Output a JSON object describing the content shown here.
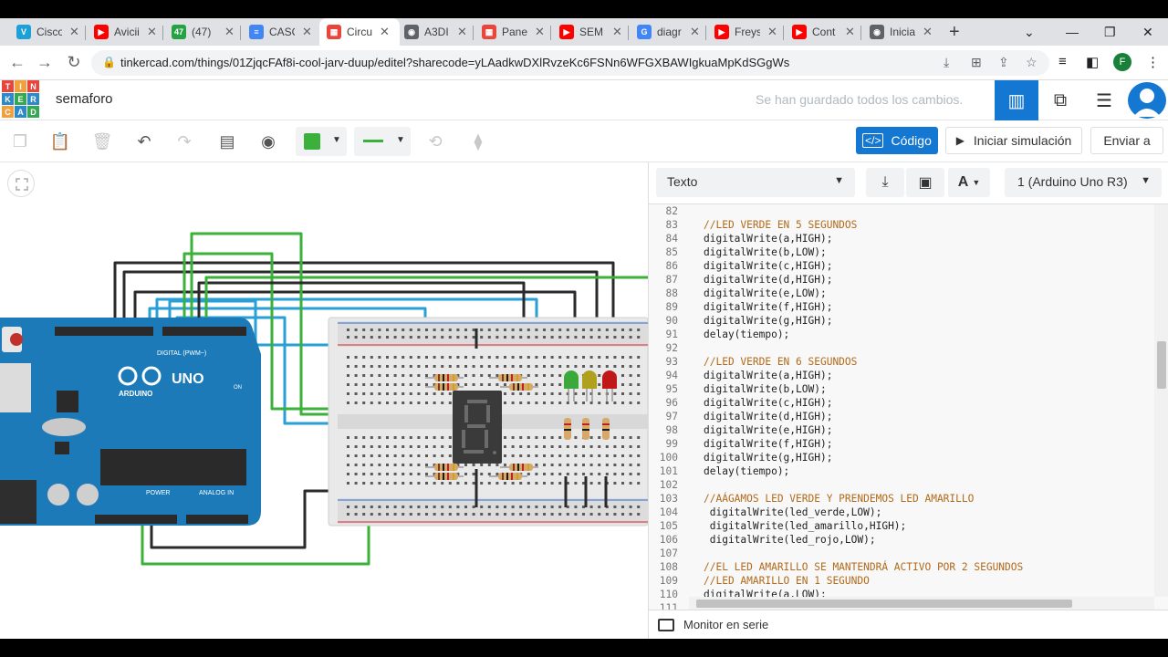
{
  "browser": {
    "tabs": [
      {
        "title": "Cisco",
        "color": "#1ba0d7",
        "glyph": "V"
      },
      {
        "title": "Avicii",
        "color": "#ff0000",
        "glyph": "▶"
      },
      {
        "title": "(47)",
        "color": "#25a244",
        "glyph": "47"
      },
      {
        "title": "CASO",
        "color": "#4285f4",
        "glyph": "≡"
      },
      {
        "title": "Circu",
        "color": "#e8453c",
        "glyph": "▦"
      },
      {
        "title": "A3DI",
        "color": "#5f6368",
        "glyph": "◉"
      },
      {
        "title": "Pane",
        "color": "#e8453c",
        "glyph": "▦"
      },
      {
        "title": "SEM",
        "color": "#ff0000",
        "glyph": "▶"
      },
      {
        "title": "diagr",
        "color": "#4285f4",
        "glyph": "G"
      },
      {
        "title": "Freys",
        "color": "#ff0000",
        "glyph": "▶"
      },
      {
        "title": "Cont",
        "color": "#ff0000",
        "glyph": "▶"
      },
      {
        "title": "Inicia",
        "color": "#5f6368",
        "glyph": "◉"
      }
    ],
    "active_tab": 4,
    "url": "tinkercad.com/things/01ZjqcFAf8i-cool-jarv-duup/editel?sharecode=yLAadkwDXlRvzeKc6FSNn6WFGXBAWIgkuaMpKdSGgWs",
    "profile_initial": "F"
  },
  "tinkercad": {
    "logo_letters": [
      "T",
      "I",
      "N",
      "K",
      "E",
      "R",
      "C",
      "A",
      "D"
    ],
    "logo_colors": [
      "#e8453c",
      "#f2a03d",
      "#e8453c",
      "#2c8ac9",
      "#34a853",
      "#2c8ac9",
      "#f2a03d",
      "#2c8ac9",
      "#34a853"
    ],
    "project_title": "semaforo",
    "save_status": "Se han guardado todos los cambios.",
    "code_button": "Código",
    "sim_button": "Iniciar simulación",
    "send_button": "Enviar a",
    "accent": "#1477d1"
  },
  "code_panel": {
    "mode": "Texto",
    "board": "1 (Arduino Uno R3)",
    "serial_monitor": "Monitor en serie",
    "lines": [
      {
        "n": "82",
        "t": ""
      },
      {
        "n": "83",
        "t": "//LED VERDE EN 5 SEGUNDOS"
      },
      {
        "n": "84",
        "t": "digitalWrite(a,HIGH);"
      },
      {
        "n": "85",
        "t": "digitalWrite(b,LOW);"
      },
      {
        "n": "86",
        "t": "digitalWrite(c,HIGH);"
      },
      {
        "n": "87",
        "t": "digitalWrite(d,HIGH);"
      },
      {
        "n": "88",
        "t": "digitalWrite(e,LOW);"
      },
      {
        "n": "89",
        "t": "digitalWrite(f,HIGH);"
      },
      {
        "n": "90",
        "t": "digitalWrite(g,HIGH);"
      },
      {
        "n": "91",
        "t": "delay(tiempo);"
      },
      {
        "n": "92",
        "t": ""
      },
      {
        "n": "93",
        "t": "//LED VERDE EN 6 SEGUNDOS"
      },
      {
        "n": "94",
        "t": "digitalWrite(a,HIGH);"
      },
      {
        "n": "95",
        "t": "digitalWrite(b,LOW);"
      },
      {
        "n": "96",
        "t": "digitalWrite(c,HIGH);"
      },
      {
        "n": "97",
        "t": "digitalWrite(d,HIGH);"
      },
      {
        "n": "98",
        "t": "digitalWrite(e,HIGH);"
      },
      {
        "n": "99",
        "t": "digitalWrite(f,HIGH);"
      },
      {
        "n": "100",
        "t": "digitalWrite(g,HIGH);"
      },
      {
        "n": "101",
        "t": "delay(tiempo);"
      },
      {
        "n": "102",
        "t": ""
      },
      {
        "n": "103",
        "t": "//AÁGAMOS LED VERDE Y PRENDEMOS LED AMARILLO"
      },
      {
        "n": "104",
        "t": " digitalWrite(led_verde,LOW);"
      },
      {
        "n": "105",
        "t": " digitalWrite(led_amarillo,HIGH);"
      },
      {
        "n": "106",
        "t": " digitalWrite(led_rojo,LOW);"
      },
      {
        "n": "107",
        "t": ""
      },
      {
        "n": "108",
        "t": "//EL LED AMARILLO SE MANTENDRÁ ACTIVO POR 2 SEGUNDOS"
      },
      {
        "n": "109",
        "t": "//LED AMARILLO EN 1 SEGUNDO"
      },
      {
        "n": "110",
        "t": "digitalWrite(a,LOW);"
      },
      {
        "n": "111",
        "t": ""
      }
    ]
  },
  "circuit": {
    "arduino_digital_label": "DIGITAL (PWM~)",
    "arduino_brand": "ARDUINO",
    "arduino_model": "UNO",
    "arduino_power_label": "POWER",
    "arduino_analog_label": "ANALOG IN",
    "arduino_on_label": "ON",
    "led_colors": [
      "#3aa83a",
      "#b0a020",
      "#c01818"
    ],
    "wire_colors": {
      "green": "#3bb03b",
      "black": "#2a2a2a",
      "blue": "#2a9fd6"
    }
  }
}
